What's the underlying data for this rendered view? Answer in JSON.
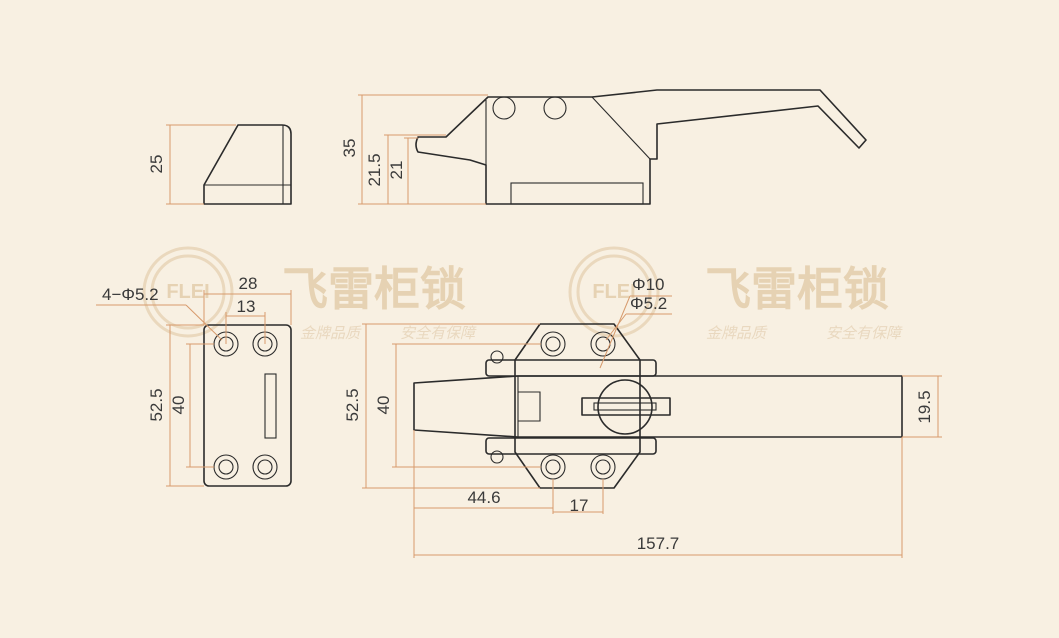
{
  "watermark": {
    "logo_text": "FLEI",
    "brand_name": "飞雷柜锁",
    "slogan_left": "金牌品质",
    "slogan_right": "安全有保障"
  },
  "dimensions": {
    "side_block_height": "25",
    "side_total_height": "35",
    "side_mid_height": "21.5",
    "side_low_height": "21",
    "plate_width": "28",
    "plate_hole_spacing": "13",
    "plate_holes": "4−Φ5.2",
    "plate_height": "52.5",
    "plate_hole_height": "40",
    "handle_pivot_dia": "Φ10",
    "handle_hole_dia": "Φ5.2",
    "handle_height": "52.5",
    "handle_hole_height": "40",
    "handle_width": "19.5",
    "handle_offset": "44.6",
    "handle_hole_spacing": "17",
    "handle_total_length": "157.7"
  },
  "colors": {
    "background": "#f8f0e2",
    "line": "#2b2b2b",
    "dimension": "#d79a6c",
    "watermark": "#ead8bd"
  }
}
